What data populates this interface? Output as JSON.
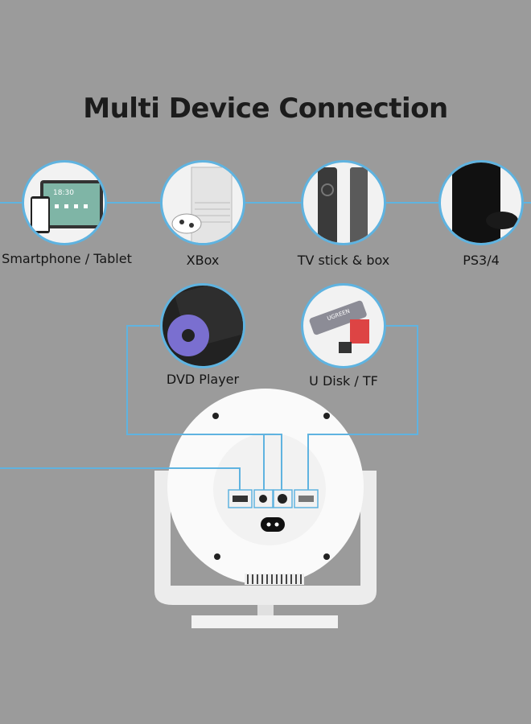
{
  "title": "Multi Device Connection",
  "devices": [
    {
      "label": "Smartphone / Tablet",
      "icon": "tablet-phone-image"
    },
    {
      "label": "XBox",
      "icon": "xbox-console-image"
    },
    {
      "label": "TV stick & box",
      "icon": "tv-stick-remote-image"
    },
    {
      "label": "PS3/4",
      "icon": "ps4-console-image"
    },
    {
      "label": "DVD Player",
      "icon": "dvd-player-image"
    },
    {
      "label": "U Disk / TF",
      "icon": "card-reader-image"
    }
  ],
  "tablet_clock": "18:30",
  "card_reader_brand": "UGREEN",
  "colors": {
    "background": "#9b9b9b",
    "line": "#5fb3e0",
    "text": "#1c1c1c"
  }
}
